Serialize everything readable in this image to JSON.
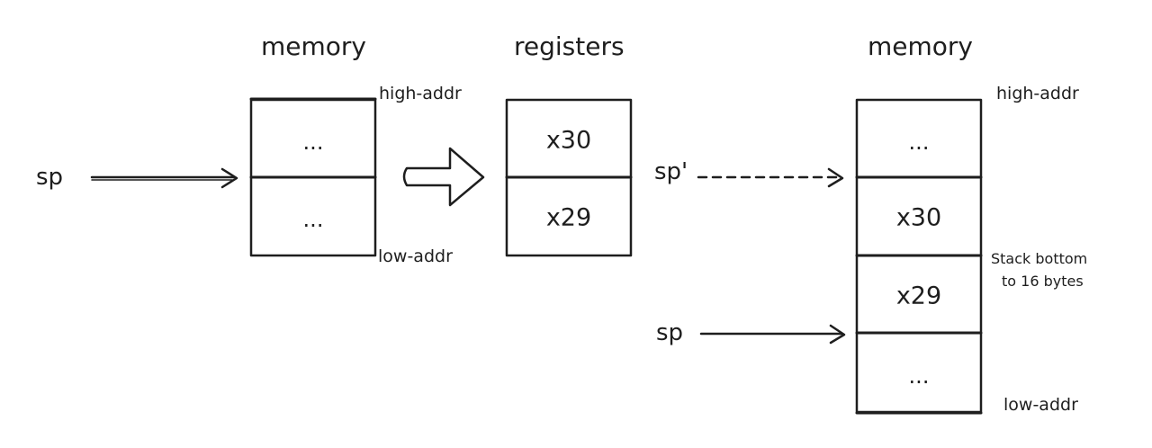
{
  "left_memory": {
    "title": "memory",
    "high_addr": "high-addr",
    "low_addr": "low-addr",
    "cells": [
      "...",
      "..."
    ],
    "pointer_label": "sp"
  },
  "registers": {
    "title": "registers",
    "cells": [
      "x30",
      "x29"
    ]
  },
  "right_memory": {
    "title": "memory",
    "high_addr": "high-addr",
    "low_addr": "low-addr",
    "cells": [
      "...",
      "x30",
      "x29",
      "..."
    ],
    "old_pointer_label": "sp'",
    "new_pointer_label": "sp",
    "note_line1": "Stack bottom",
    "note_line2": "to 16 bytes"
  },
  "colors": {
    "stroke": "#1e1e1e",
    "background": "#ffffff"
  },
  "icons": {
    "transfer": "block-arrow-right-icon"
  }
}
